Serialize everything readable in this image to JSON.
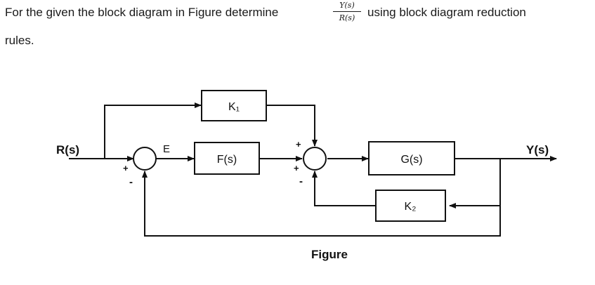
{
  "question": {
    "line1_prefix": "For the given the block diagram in Figure determine",
    "fraction_numerator": "Y(s)",
    "fraction_denominator": "R(s)",
    "line1_suffix": "using block diagram reduction",
    "line2": "rules."
  },
  "diagram": {
    "input_label": "R(s)",
    "output_label": "Y(s)",
    "error_label": "E",
    "blocks": {
      "k1": "K₁",
      "f": "F(s)",
      "g": "G(s)",
      "k2": "K₂"
    },
    "signs": {
      "sum1_top": "+",
      "sum1_bottom": "-",
      "sum2_top": "+",
      "sum2_left": "+",
      "sum2_bottom": "-"
    },
    "caption": "Figure"
  }
}
